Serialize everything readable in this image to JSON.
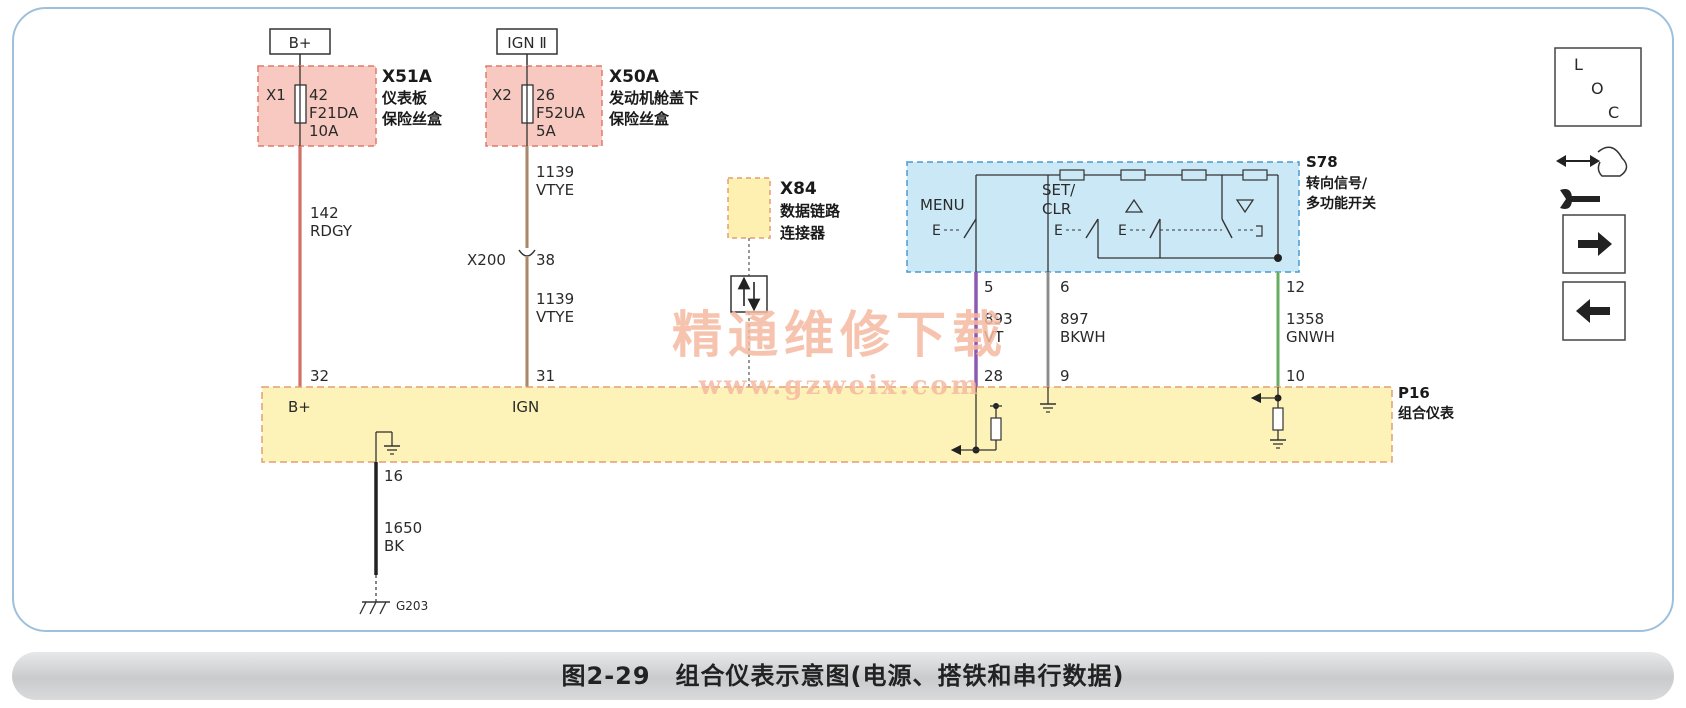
{
  "caption": "图2-29　组合仪表示意图(电源、搭铁和串行数据)",
  "watermark": {
    "cn": "精通维修下载",
    "url": "www.gzweix.com",
    "color": "#f4b9a0"
  },
  "colors": {
    "fuse_box": "#f7c9c0",
    "module": "#fdf3b8",
    "switch": "#cbe8f6",
    "border": "#9fc0dc"
  },
  "supplies": {
    "bplus": "B+",
    "ign": "IGN Ⅱ"
  },
  "fuse1": {
    "id": "X51A",
    "name1": "仪表板",
    "name2": "保险丝盒",
    "conn": "X1",
    "pin": "42",
    "fuse": "F21DA",
    "amp": "10A"
  },
  "fuse2": {
    "id": "X50A",
    "name1": "发动机舱盖下",
    "name2": "保险丝盒",
    "conn": "X2",
    "pin": "26",
    "fuse": "F52UA",
    "amp": "5A"
  },
  "wires": {
    "w142": {
      "num": "142",
      "color": "RDGY"
    },
    "w1139a": {
      "num": "1139",
      "color": "VTYE"
    },
    "w1139b": {
      "num": "1139",
      "color": "VTYE"
    },
    "w893": {
      "num": "893",
      "color": "VT"
    },
    "w897": {
      "num": "897",
      "color": "BKWH"
    },
    "w1358": {
      "num": "1358",
      "color": "GNWH"
    },
    "w1650": {
      "num": "1650",
      "color": "BK"
    }
  },
  "inline": {
    "conn": "X200",
    "pin": "38"
  },
  "dlc": {
    "id": "X84",
    "name1": "数据链路",
    "name2": "连接器"
  },
  "switch": {
    "id": "S78",
    "name1": "转向信号/",
    "name2": "多功能开关",
    "menu": "MENU",
    "set1": "SET/",
    "set2": "CLR",
    "pin_menu": "5",
    "pin_set": "6",
    "pin_right": "12"
  },
  "module": {
    "id": "P16",
    "name": "组合仪表",
    "pin_bplus": "32",
    "label_bplus": "B+",
    "pin_ign": "31",
    "label_ign": "IGN",
    "pin_menu": "28",
    "pin_set": "9",
    "pin_right": "10",
    "pin_gnd": "16"
  },
  "ground": {
    "id": "G203"
  },
  "loc": {
    "l": "L",
    "o": "O",
    "c": "C"
  }
}
